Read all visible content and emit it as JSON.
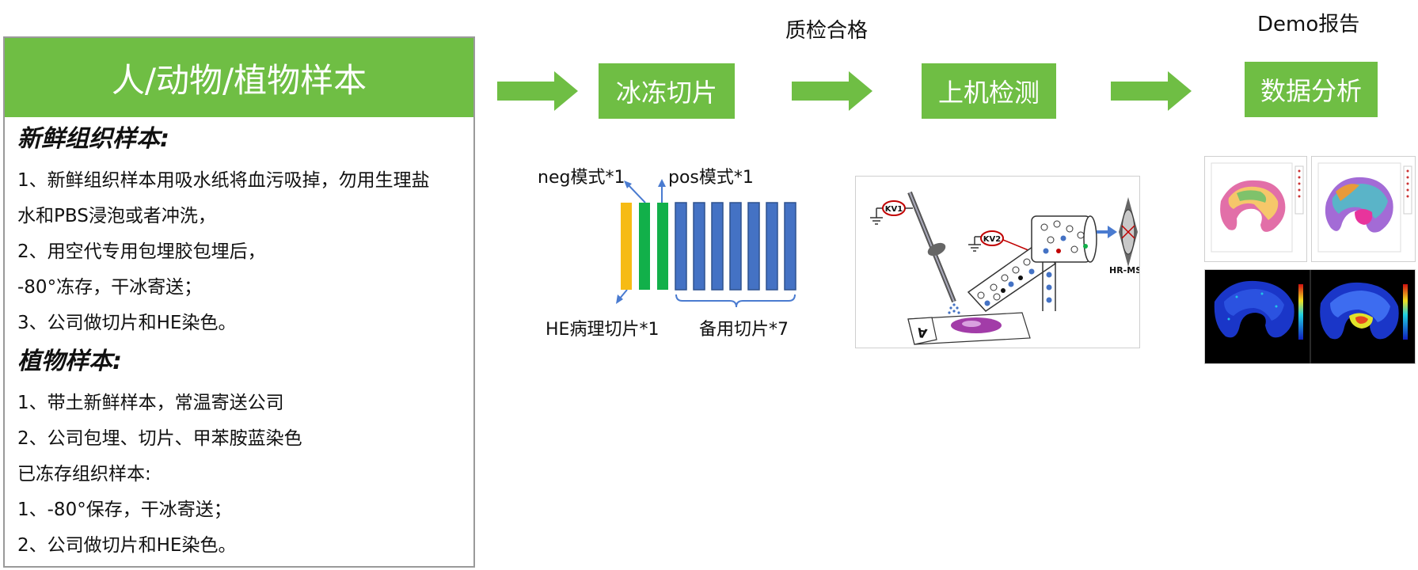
{
  "panel": {
    "title": "人/动物/植物样本",
    "fresh_heading": "新鲜组织样本:",
    "fresh_lines": [
      "1、新鲜组织样本用吸水纸将血污吸掉，勿用生理盐",
      "水和PBS浸泡或者冲洗，",
      "2、用空代专用包埋胶包埋后，",
      "-80°冻存，干冰寄送；",
      "3、公司做切片和HE染色。"
    ],
    "plant_heading": "植物样本:",
    "plant_lines": [
      "1、带土新鲜样本，常温寄送公司",
      "2、公司包埋、切片、甲苯胺蓝染色"
    ],
    "frozen_heading": "已冻存组织样本:",
    "frozen_lines": [
      "1、-80°保存，干冰寄送；",
      "2、公司做切片和HE染色。"
    ]
  },
  "steps": {
    "step1": "冰冻切片",
    "step2": "上机检测",
    "step3": "数据分析",
    "label_qc": "质检合格",
    "label_demo": "Demo报告"
  },
  "slices": {
    "neg_label": "neg模式*1",
    "pos_label": "pos模式*1",
    "he_label": "HE病理切片*1",
    "spare_label": "备用切片*7",
    "colors": {
      "yellow": "#f6bb14",
      "green": "#12b04a",
      "blue": "#4472c4"
    }
  },
  "instrument": {
    "kv1": "KV1",
    "kv2": "KV2",
    "hrms": "HR-MS",
    "slide_letter": "A"
  },
  "colors": {
    "accent_green": "#6fbe44",
    "arrow_blue": "#4a7bd0"
  }
}
